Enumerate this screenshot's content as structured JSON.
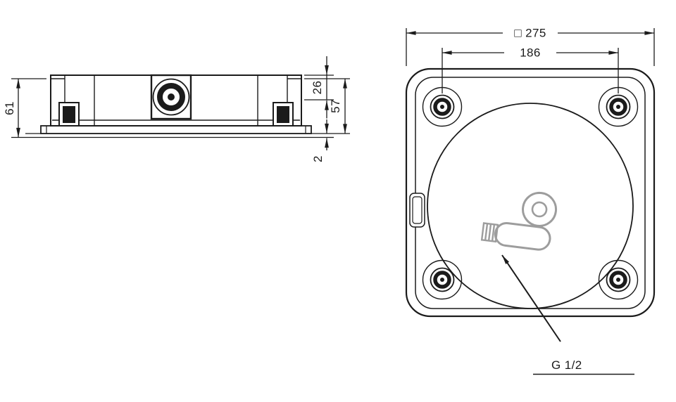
{
  "colors": {
    "line": "#1b1b1b",
    "connector_gray": "#9d9d9d",
    "background": "#ffffff"
  },
  "side_view": {
    "overall_height_label": "61",
    "upper_depth_label": "26",
    "lower_depth_label": "57",
    "panel_thickness_label": "2"
  },
  "top_view": {
    "outer_width_label": "□ 275",
    "hole_spacing_label": "186",
    "connection_label": "G 1/2"
  }
}
